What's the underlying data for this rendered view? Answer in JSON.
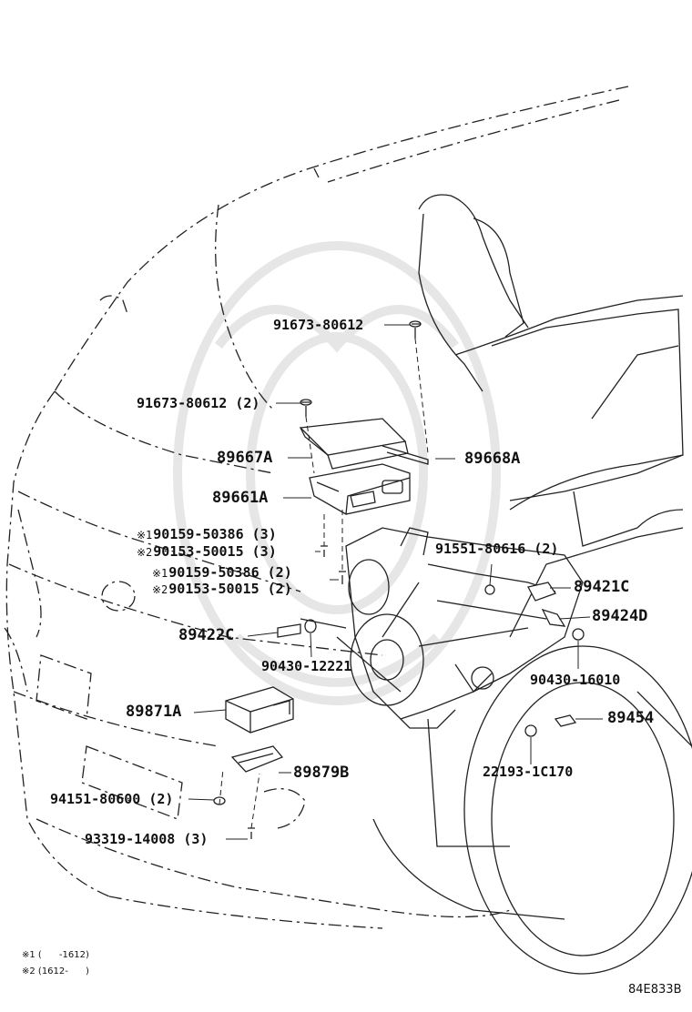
{
  "labels": {
    "p_91673_80612": "91673-80612",
    "p_91673_80612_2": "91673-80612 (2)",
    "p_89667A": "89667A",
    "p_89668A": "89668A",
    "p_89661A": "89661A",
    "p_90159_50386_3": "90159-50386 (3)",
    "p_90153_50015_3": "90153-50015 (3)",
    "p_90159_50386_2": "90159-50386 (2)",
    "p_90153_50015_2": "90153-50015 (2)",
    "p_91551_80616_2": "91551-80616 (2)",
    "p_89421C": "89421C",
    "p_89424D": "89424D",
    "p_89422C": "89422C",
    "p_90430_12221": "90430-12221",
    "p_90430_16010": "90430-16010",
    "p_89871A": "89871A",
    "p_89454": "89454",
    "p_22193_1C170": "22193-1C170",
    "p_89879B": "89879B",
    "p_94151_80600_2": "94151-80600 (2)",
    "p_93319_14008_3": "93319-14008 (3)"
  },
  "marks": {
    "m1": "※1",
    "m2": "※2"
  },
  "notes": {
    "n1": "※1 (      -1612)",
    "n2": "※2 (1612-      )"
  },
  "diagram_code": "84E833B"
}
